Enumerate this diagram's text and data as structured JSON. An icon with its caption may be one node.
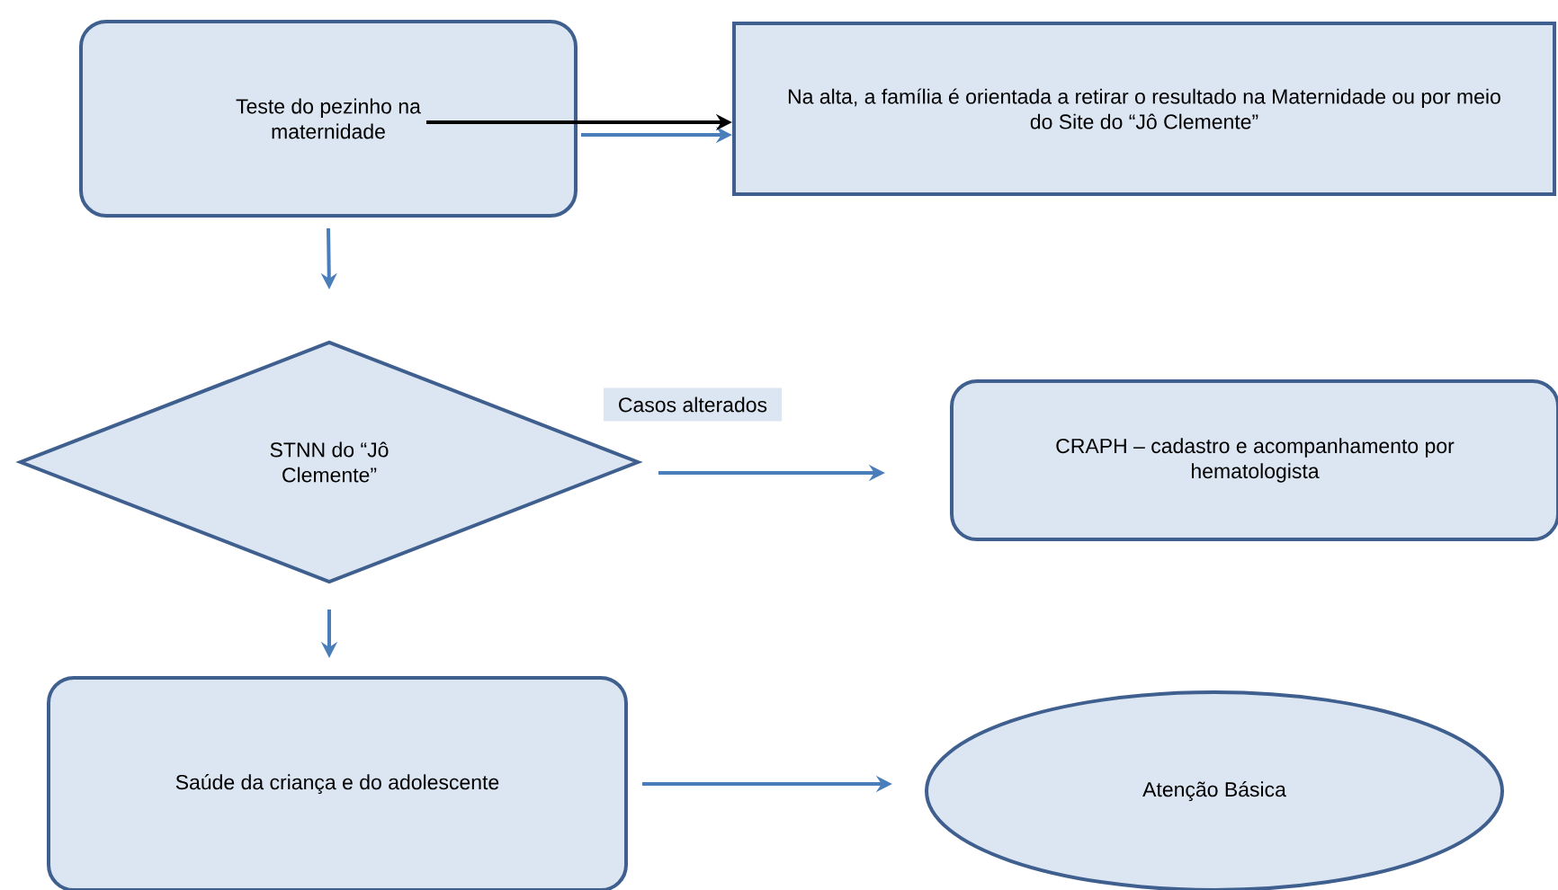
{
  "diagram": {
    "nodes": [
      {
        "text": [
          "Teste do pezinho na maternidade"
        ]
      },
      {
        "text": [
          "Na alta, a família é orientada a retirar o resultado na Maternidade ou por meio do Site do “Jô Clemente”"
        ]
      },
      {
        "text": [
          "STNN do “Jô Clemente”"
        ]
      },
      {
        "text": [
          "CRAPH – cadastro e acompanhamento por hematologista"
        ]
      },
      {
        "text": [
          "Saúde da criança e do adolescente"
        ]
      },
      {
        "text": [
          "Atenção Básica"
        ]
      }
    ],
    "edges": [
      {
        "from": 0,
        "to": 1,
        "arrow": "to"
      },
      {
        "from": 0,
        "to": 1,
        "arrow": "to",
        "color": "#000000"
      },
      {
        "from": 0,
        "to": 2,
        "arrow": "to"
      },
      {
        "from": 2,
        "to": 3,
        "arrow": "to",
        "label": "Casos alterados"
      },
      {
        "from": 2,
        "to": 4,
        "arrow": "to"
      },
      {
        "from": 4,
        "to": 5,
        "arrow": "to"
      }
    ]
  }
}
